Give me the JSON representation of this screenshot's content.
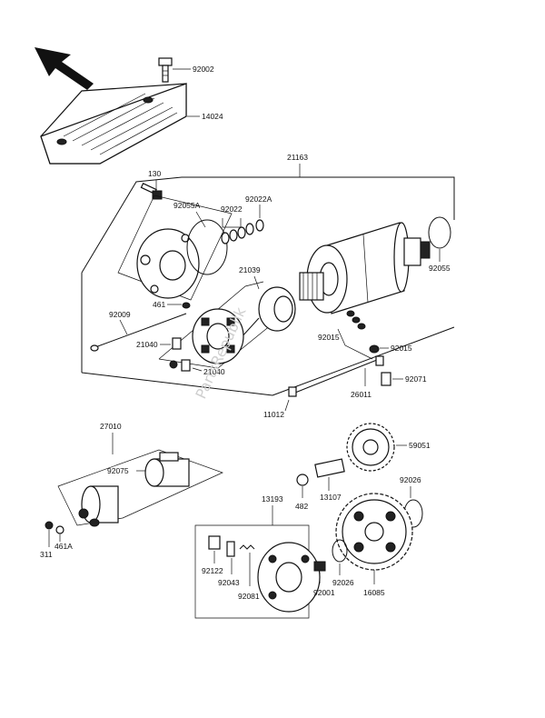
{
  "watermark": "PartsRepublik",
  "labels": {
    "p92002": "92002",
    "p14024": "14024",
    "p21163": "21163",
    "p130": "130",
    "p92055A": "92055A",
    "p92022A": "92022A",
    "p92022": "92022",
    "p21039": "21039",
    "p461": "461",
    "p92009": "92009",
    "p21040a": "21040",
    "p21040b": "21040",
    "p92055": "92055",
    "p92015a": "92015",
    "p92015b": "92015",
    "p92071": "92071",
    "p26011": "26011",
    "p11012": "11012",
    "p27010": "27010",
    "p92075": "92075",
    "p59051": "59051",
    "p311": "311",
    "p461A": "461A",
    "p482": "482",
    "p13107": "13107",
    "p92026a": "92026",
    "p13193": "13193",
    "p92122": "92122",
    "p92043": "92043",
    "p92081": "92081",
    "p92001": "92001",
    "p92026b": "92026",
    "p16085": "16085"
  }
}
